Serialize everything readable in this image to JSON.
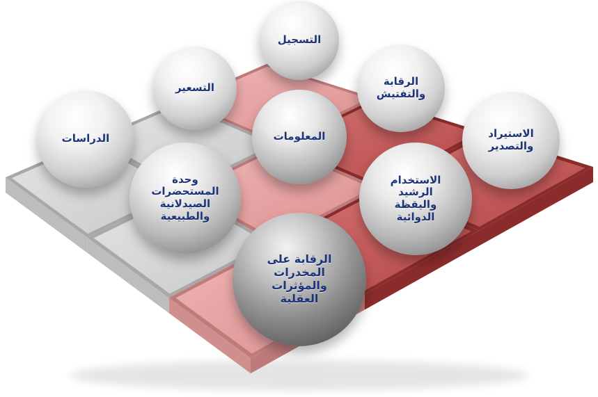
{
  "colors": {
    "tile_gray_top": "#d6d6d6",
    "tile_gray_side": "#a9a9a9",
    "tile_pink_top": "#e7a2a2",
    "tile_pink_side": "#b86a6a",
    "tile_red_top": "#c85b5b",
    "tile_red_side": "#8f2f2f",
    "label_text": "#1e3478"
  },
  "diagram": {
    "spheres": [
      {
        "id": "registration",
        "label": "التسجيل"
      },
      {
        "id": "pricing",
        "label": "التسعير"
      },
      {
        "id": "inspection",
        "label": "الرقابة\nوالتفتيش"
      },
      {
        "id": "studies",
        "label": "الدراسات"
      },
      {
        "id": "information",
        "label": "المعلومات"
      },
      {
        "id": "import-export",
        "label": "الاستيراد\nوالتصدير"
      },
      {
        "id": "pharma-unit",
        "label": "وحدة\nالمستحضرات\nالصيدلانية\nوالطبيعية"
      },
      {
        "id": "rational-use",
        "label": "الاستخدام\nالرشيد\nواليقظة\nالدوائية"
      },
      {
        "id": "narcotics",
        "label": "الرقابة على\nالمخدرات\nوالمؤثرات\nالعقلية"
      }
    ]
  }
}
